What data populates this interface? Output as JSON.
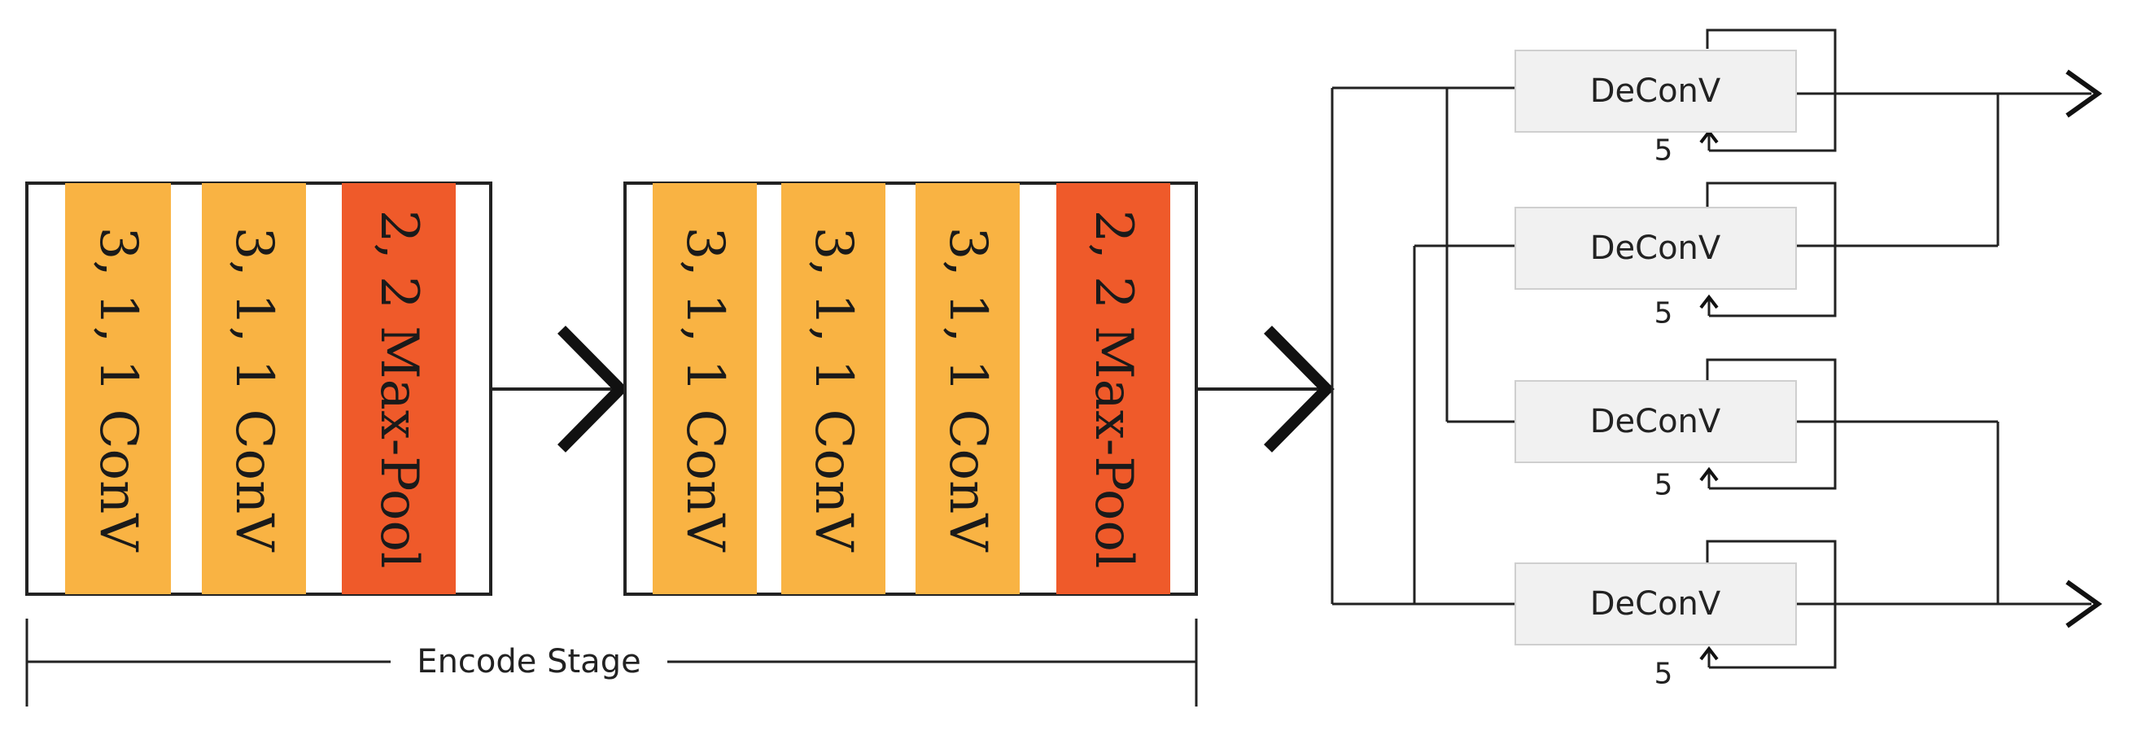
{
  "colors": {
    "conv": "#f9b343",
    "pool": "#ef5a2a",
    "deconv_box": "#f1f1f1",
    "line": "#222222"
  },
  "encoder": {
    "block1": {
      "layers": [
        {
          "label": "3, 1, 1 ConV",
          "kind": "conv"
        },
        {
          "label": "3, 1, 1 ConV",
          "kind": "conv"
        },
        {
          "label": "2, 2 Max-Pool",
          "kind": "pool"
        }
      ]
    },
    "block2": {
      "layers": [
        {
          "label": "3, 1, 1 ConV",
          "kind": "conv"
        },
        {
          "label": "3, 1, 1 ConV",
          "kind": "conv"
        },
        {
          "label": "3, 1, 1 ConV",
          "kind": "conv"
        },
        {
          "label": "2, 2 Max-Pool",
          "kind": "pool"
        }
      ]
    },
    "stage_label": "Encode Stage"
  },
  "decoder": {
    "units": [
      {
        "label": "DeConV",
        "repeat": "5"
      },
      {
        "label": "DeConV",
        "repeat": "5"
      },
      {
        "label": "DeConV",
        "repeat": "5"
      },
      {
        "label": "DeConV",
        "repeat": "5"
      }
    ]
  }
}
